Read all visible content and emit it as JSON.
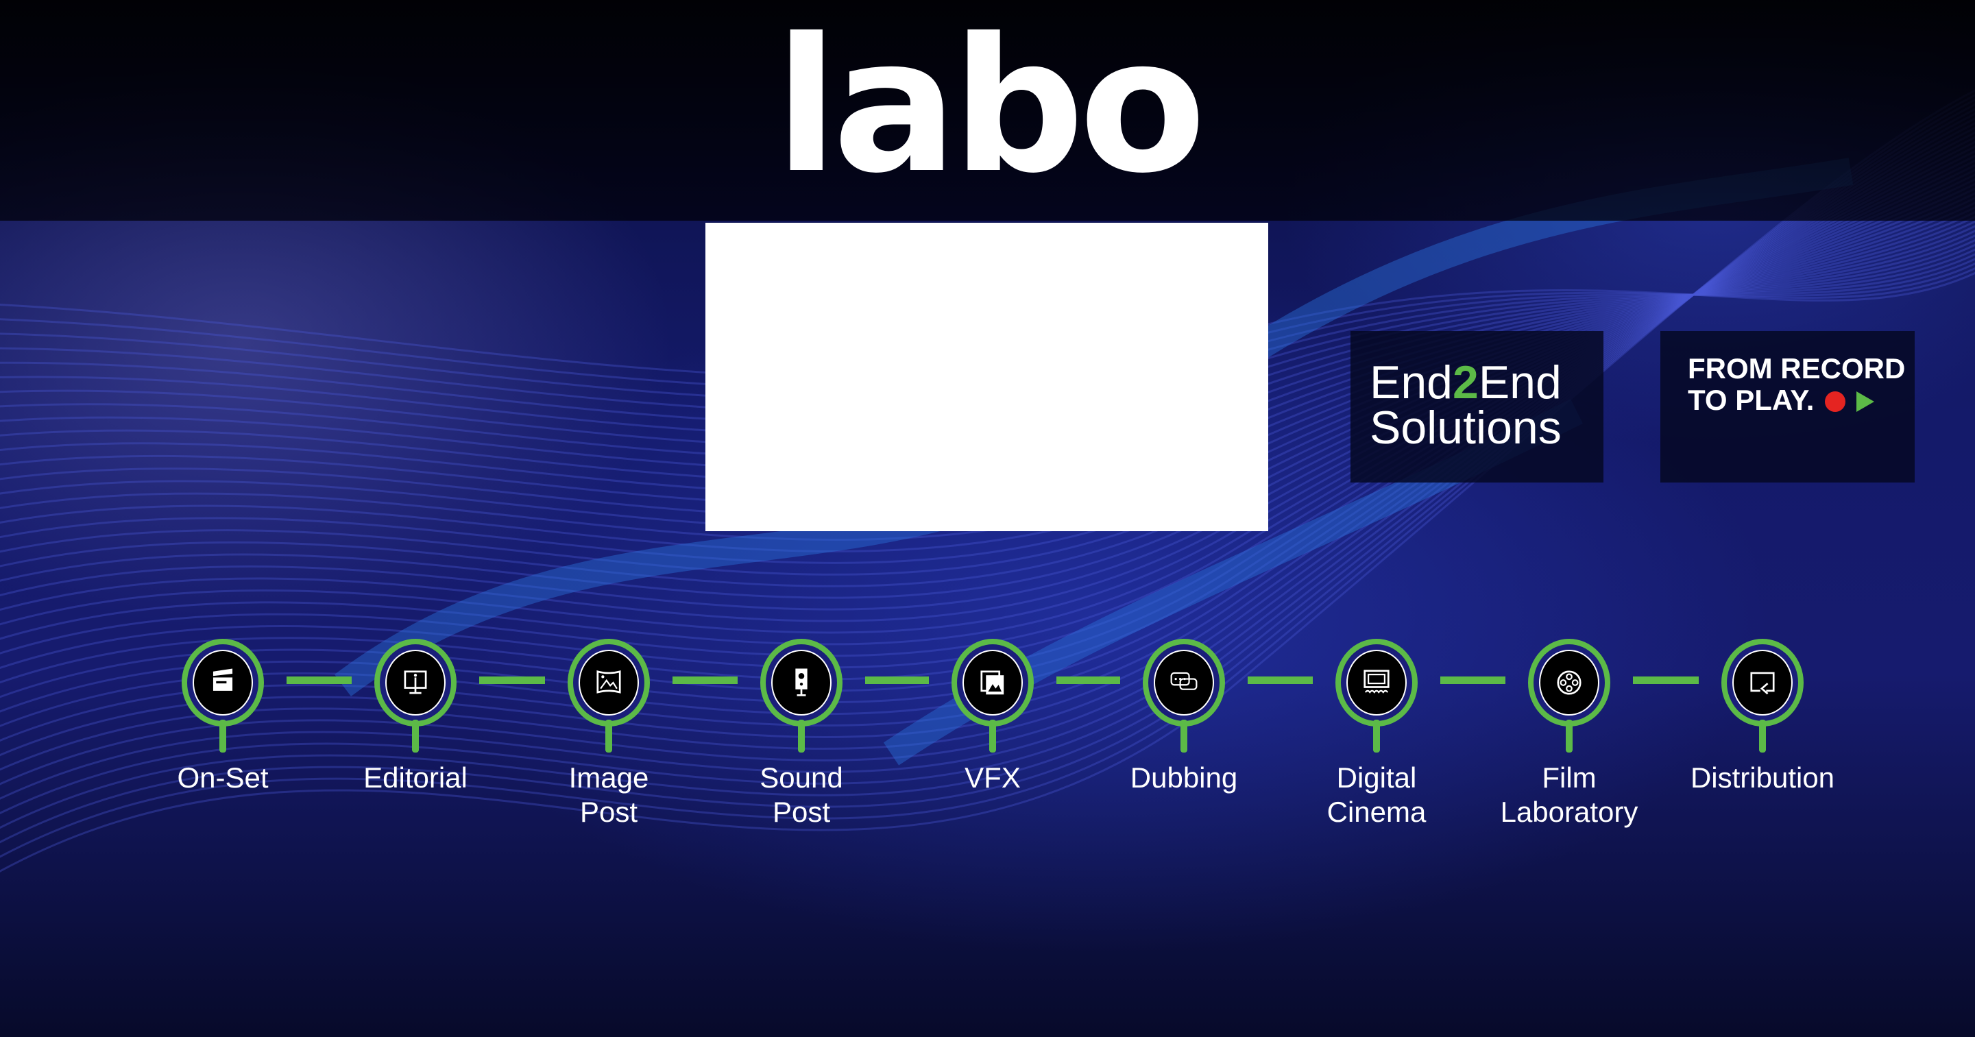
{
  "brand": {
    "logo_text": "labo"
  },
  "tagline_e2e": {
    "part1": "End",
    "part2": "2",
    "part3": "End",
    "line2": "Solutions"
  },
  "tagline_record": {
    "line1": "FROM RECORD",
    "line2": "TO PLAY."
  },
  "colors": {
    "accent": "#5cba47",
    "record": "#e52421",
    "background": "#141a6a"
  },
  "steps": [
    {
      "icon": "clapperboard-icon",
      "line1": "On-Set",
      "line2": ""
    },
    {
      "icon": "monitor-icon",
      "line1": "Editorial",
      "line2": ""
    },
    {
      "icon": "panorama-image-icon",
      "line1": "Image",
      "line2": "Post"
    },
    {
      "icon": "speaker-icon",
      "line1": "Sound",
      "line2": "Post"
    },
    {
      "icon": "layered-images-icon",
      "line1": "VFX",
      "line2": ""
    },
    {
      "icon": "speech-bubbles-icon",
      "line1": "Dubbing",
      "line2": ""
    },
    {
      "icon": "cinema-screen-icon",
      "line1": "Digital",
      "line2": "Cinema"
    },
    {
      "icon": "film-reel-icon",
      "line1": "Film",
      "line2": "Laboratory"
    },
    {
      "icon": "cast-screen-icon",
      "line1": "Distribution",
      "line2": ""
    }
  ]
}
